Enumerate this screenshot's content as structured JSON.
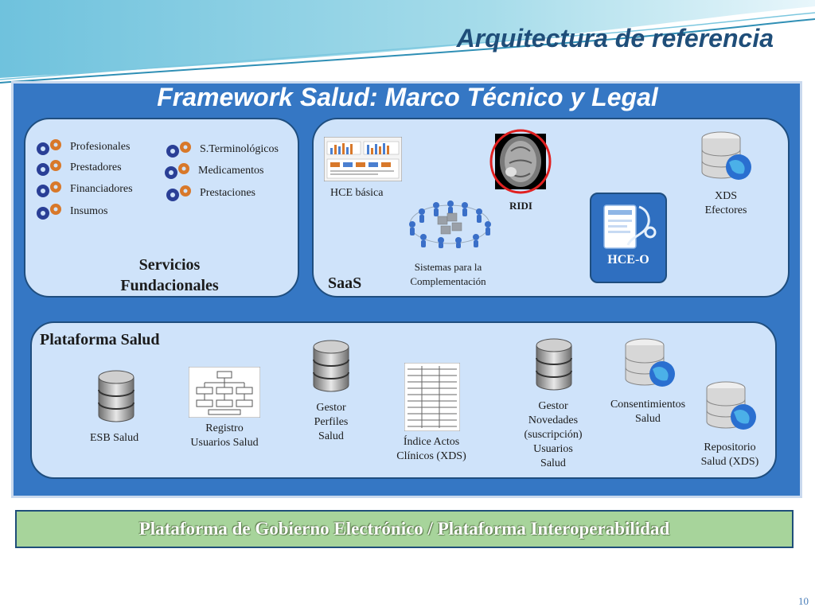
{
  "slide": {
    "title": "Arquitectura de referencia",
    "page_number": "10"
  },
  "frame": {
    "title": "Framework Salud: Marco Técnico y Legal"
  },
  "fundacionales": {
    "label_line1": "Servicios",
    "label_line2": "Fundacionales",
    "items_left": [
      "Profesionales",
      "Prestadores",
      "Financiadores",
      "Insumos"
    ],
    "items_right": [
      "S.Terminológicos",
      "Medicamentos",
      "Prestaciones"
    ]
  },
  "saas": {
    "label": "SaaS",
    "hce_basica": "HCE básica",
    "ridi": "RIDI",
    "sistemas_line1": "Sistemas para la",
    "sistemas_line2": "Complementación",
    "hce_o": "HCE-O",
    "xds_line1": "XDS",
    "xds_line2": "Efectores"
  },
  "plataforma": {
    "label": "Plataforma Salud",
    "esb": "ESB Salud",
    "registro_line1": "Registro",
    "registro_line2": "Usuarios Salud",
    "gestor_perfiles_line1": "Gestor",
    "gestor_perfiles_line2": "Perfiles",
    "gestor_perfiles_line3": "Salud",
    "indice_line1": "Índice Actos",
    "indice_line2": "Clínicos (XDS)",
    "gestor_novedades_line1": "Gestor",
    "gestor_novedades_line2": "Novedades",
    "gestor_novedades_line3": "(suscripción)",
    "gestor_novedades_line4": "Usuarios",
    "gestor_novedades_line5": "Salud",
    "consentimientos_line1": "Consentimientos",
    "consentimientos_line2": "Salud",
    "repositorio_line1": "Repositorio",
    "repositorio_line2": "Salud (XDS)"
  },
  "bottom_bar": {
    "label": "Plataforma de Gobierno Electrónico / Plataforma Interoperabilidad"
  },
  "colors": {
    "frame_blue": "#3577c4",
    "panel_fill": "#cfe3fa",
    "bar_green": "#a7d49b"
  }
}
